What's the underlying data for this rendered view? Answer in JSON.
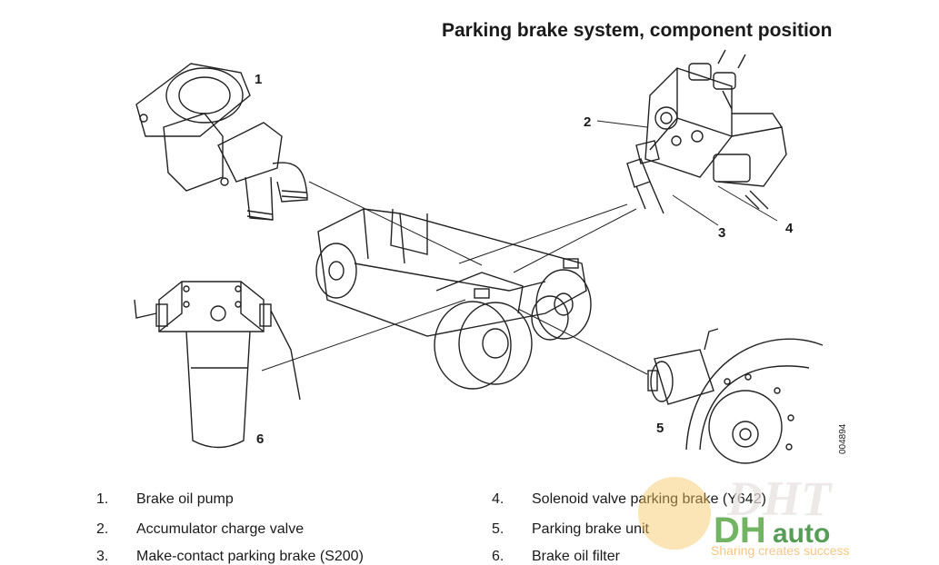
{
  "title": "Parking brake system, component position",
  "callouts": [
    "1",
    "2",
    "3",
    "4",
    "5",
    "6"
  ],
  "figure_id": "004894",
  "legend": [
    {
      "num": "1.",
      "label": "Brake oil pump"
    },
    {
      "num": "2.",
      "label": "Accumulator charge valve"
    },
    {
      "num": "3.",
      "label": "Make-contact parking brake (S200)"
    },
    {
      "num": "4.",
      "label": "Solenoid valve parking brake (Y642)"
    },
    {
      "num": "5.",
      "label": "Parking brake unit"
    },
    {
      "num": "6.",
      "label": "Brake oil filter"
    }
  ],
  "watermark": {
    "brand": "DHTauto",
    "tagline": "Sharing creates success"
  }
}
